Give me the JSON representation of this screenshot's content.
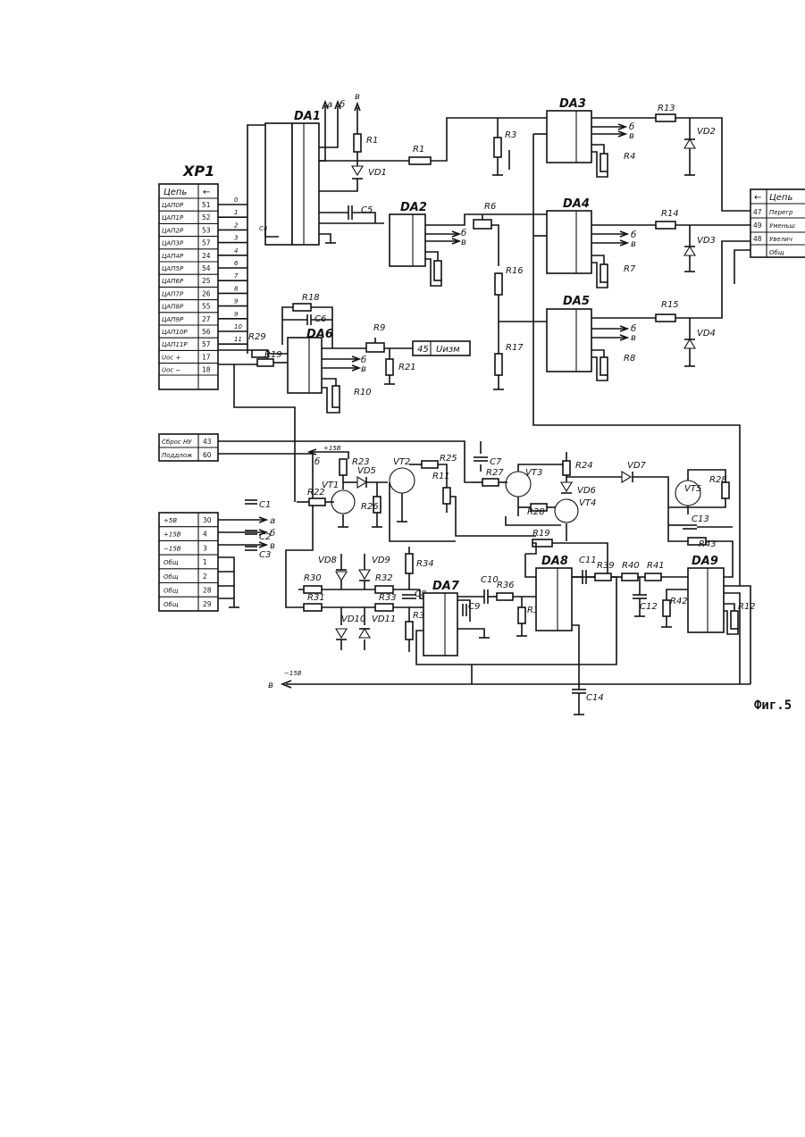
{
  "figure_caption": "Фиг.5",
  "connector_left": {
    "title": "XP1",
    "header": {
      "name": "Цепь",
      "arrow": "←"
    },
    "rows": [
      {
        "name": "ЦАП0Р",
        "pin": "51",
        "line": "0"
      },
      {
        "name": "ЦАП1Р",
        "pin": "52",
        "line": "1"
      },
      {
        "name": "ЦАП2Р",
        "pin": "53",
        "line": "2"
      },
      {
        "name": "ЦАП3Р",
        "pin": "57",
        "line": "3"
      },
      {
        "name": "ЦАП4Р",
        "pin": "24",
        "line": "4"
      },
      {
        "name": "ЦАП5Р",
        "pin": "54",
        "line": "6"
      },
      {
        "name": "ЦАП6Р",
        "pin": "25",
        "line": "7"
      },
      {
        "name": "ЦАП7Р",
        "pin": "26",
        "line": "8"
      },
      {
        "name": "ЦАП8Р",
        "pin": "55",
        "line": "9"
      },
      {
        "name": "ЦАП9Р",
        "pin": "27",
        "line": "9"
      },
      {
        "name": "ЦАП10Р",
        "pin": "56",
        "line": "10"
      },
      {
        "name": "ЦАП11Р",
        "pin": "57",
        "line": "11"
      },
      {
        "name": "Uос +",
        "pin": "17",
        "line": ""
      },
      {
        "name": "Uос −",
        "pin": "18",
        "line": ""
      }
    ]
  },
  "connector_right": {
    "header": {
      "arrow": "←",
      "name": "Цепь"
    },
    "rows": [
      {
        "pin": "47",
        "name": "Перегр"
      },
      {
        "pin": "49",
        "name": "Уменьш"
      },
      {
        "pin": "48",
        "name": "Увелич"
      },
      {
        "pin": "",
        "name": "Общ"
      }
    ]
  },
  "control_inputs": [
    {
      "name": "Сброс НУ",
      "pin": "43"
    },
    {
      "name": "Поддлож",
      "pin": "60"
    }
  ],
  "power_connector": [
    {
      "name": "+5В",
      "pin": "30"
    },
    {
      "name": "+15В",
      "pin": "4"
    },
    {
      "name": "−15В",
      "pin": "3"
    },
    {
      "name": "Общ",
      "pin": "1"
    },
    {
      "name": "Общ",
      "pin": "2"
    },
    {
      "name": "Общ",
      "pin": "28"
    },
    {
      "name": "Общ",
      "pin": "29"
    }
  ],
  "output_terminal": {
    "pin": "45",
    "name": "Uизм"
  },
  "rail_labels": {
    "a": "а",
    "b": "б",
    "v": "в",
    "plus15": "+15В",
    "minus15": "−15В"
  },
  "chips": {
    "DA1": "DA1",
    "DA2": "DA2",
    "DA3": "DA3",
    "DA4": "DA4",
    "DA5": "DA5",
    "DA6": "DA6",
    "DA7": "DA7",
    "DA8": "DA8",
    "DA9": "DA9"
  },
  "resistors": {
    "R1a": "R1",
    "R1b": "R1",
    "R3": "R3",
    "R4": "R4",
    "R6": "R6",
    "R7": "R7",
    "R8": "R8",
    "R9": "R9",
    "R10": "R10",
    "R11": "R11",
    "R13": "R13",
    "R14": "R14",
    "R15": "R15",
    "R16": "R16",
    "R17": "R17",
    "R18": "R18",
    "R19": "R19",
    "R21": "R21",
    "R22": "R22",
    "R23": "R23",
    "R24": "R24",
    "R25": "R25",
    "R26": "R26",
    "R27": "R27",
    "R28a": "R28",
    "R28b": "R28",
    "R29": "R29",
    "R30": "R30",
    "R31": "R31",
    "R32": "R32",
    "R33": "R33",
    "R34": "R34",
    "R35": "R35",
    "R36": "R36",
    "R37": "R37",
    "R39": "R39",
    "R40": "R40",
    "R41": "R41",
    "R42": "R42",
    "R43": "R43",
    "R12": "R12"
  },
  "capacitors": {
    "C1": "C1",
    "C2": "C2",
    "C3": "C3",
    "C4": "C4",
    "C5": "C5",
    "C6": "C6",
    "C7": "C7",
    "C8": "C8",
    "C9": "C9",
    "C10": "C10",
    "C11": "C11",
    "C12": "C12",
    "C13": "C13",
    "C14": "C14"
  },
  "diodes": {
    "VD1": "VD1",
    "VD2": "VD2",
    "VD3": "VD3",
    "VD4": "VD4",
    "VD5": "VD5",
    "VD6": "VD6",
    "VD7": "VD7",
    "VD8": "VD8",
    "VD9": "VD9",
    "VD10": "VD10",
    "VD11": "VD11"
  },
  "transistors": {
    "VT1": "VT1",
    "VT2": "VT2",
    "VT3": "VT3",
    "VT4": "VT4",
    "VT5": "VT5"
  }
}
